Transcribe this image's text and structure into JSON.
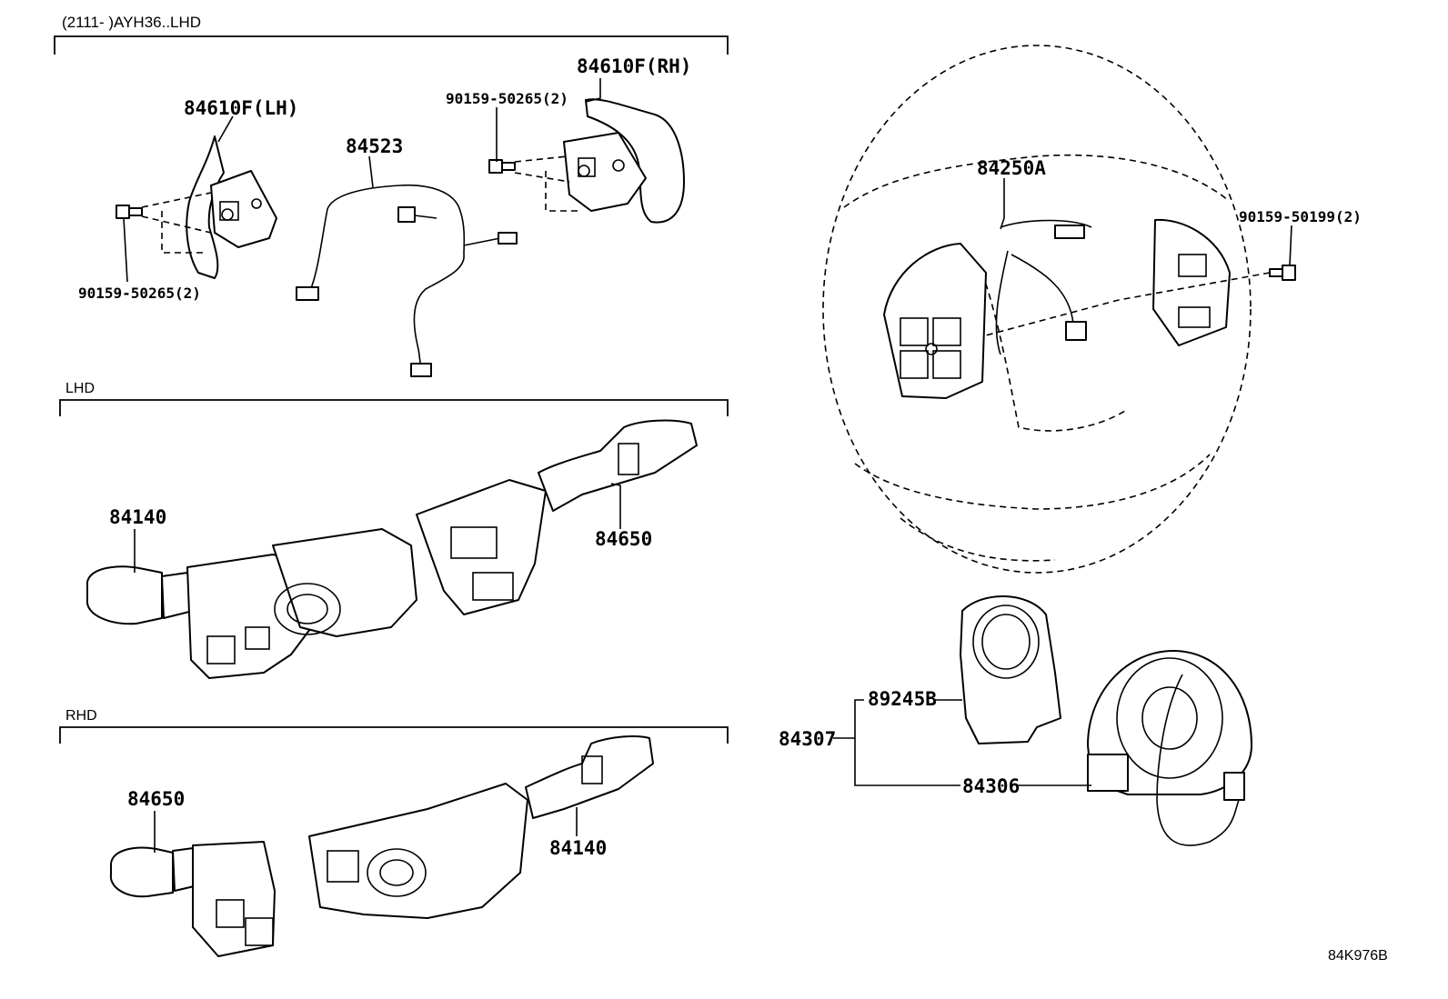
{
  "sections": {
    "top_header": "(2111-     )AYH36..LHD",
    "lhd_header": "LHD",
    "rhd_header": "RHD"
  },
  "labels": {
    "paddle_lh": "84610F(LH)",
    "paddle_rh": "84610F(RH)",
    "screw_top": "90159-50265(2)",
    "screw_left": "90159-50265(2)",
    "wire_harness": "84523",
    "steering_wheel_switch": "84250A",
    "screw_right": "90159-50199(2)",
    "lhd_turn_switch": "84140",
    "lhd_wiper_switch": "84650",
    "rhd_wiper_switch": "84650",
    "rhd_turn_switch": "84140",
    "steering_sensor": "89245B",
    "spiral_assy": "84307",
    "spiral_cable": "84306",
    "illustration_code": "84K976B"
  }
}
